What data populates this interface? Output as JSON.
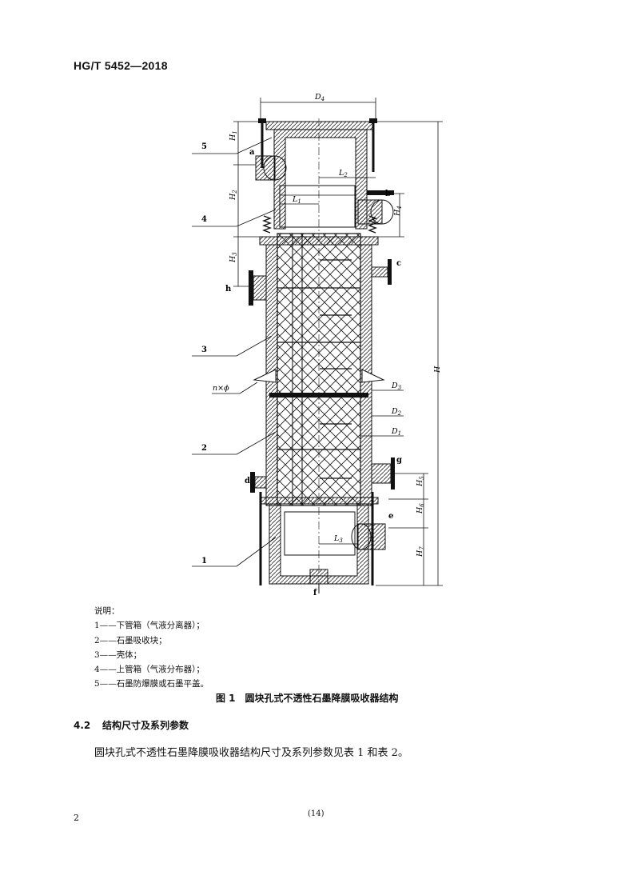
{
  "header": {
    "standard_code": "HG/T 5452—2018"
  },
  "figure": {
    "callouts": [
      "5",
      "4",
      "3",
      "2",
      "1"
    ],
    "nozzles": {
      "a": "a",
      "b": "b",
      "c": "c",
      "h": "h",
      "d": "d",
      "g": "g",
      "e": "e",
      "f": "f"
    },
    "dims": {
      "D4": "D",
      "D4_sub": "4",
      "L2": "L",
      "L2_sub": "2",
      "L1": "L",
      "L1_sub": "1",
      "L3": "L",
      "L3_sub": "3",
      "H1": "H",
      "H1_sub": "1",
      "H2": "H",
      "H2_sub": "2",
      "H3": "H",
      "H3_sub": "3",
      "H4": "H",
      "H4_sub": "4",
      "H5": "H",
      "H5_sub": "5",
      "H6": "H",
      "H6_sub": "6",
      "H7": "H",
      "H7_sub": "7",
      "H": "H",
      "D3": "D",
      "D3_sub": "3",
      "D2": "D",
      "D2_sub": "2",
      "D1": "D",
      "D1_sub": "1",
      "nxphi": "n×ϕ"
    }
  },
  "legend": {
    "title": "说明：",
    "items": [
      "1——下管箱（气液分离器）；",
      "2——石墨吸收块；",
      "3——壳体；",
      "4——上管箱（气液分布器）；",
      "5——石墨防爆膜或石墨平盖。"
    ]
  },
  "caption": "图 1　圆块孔式不透性石墨降膜吸收器结构",
  "section": {
    "number": "4.2",
    "title": "结构尺寸及系列参数"
  },
  "paragraph": "圆块孔式不透性石墨降膜吸收器结构尺寸及系列参数见表 1 和表 2。",
  "footer": {
    "page_number": "2",
    "center": "(14)"
  }
}
